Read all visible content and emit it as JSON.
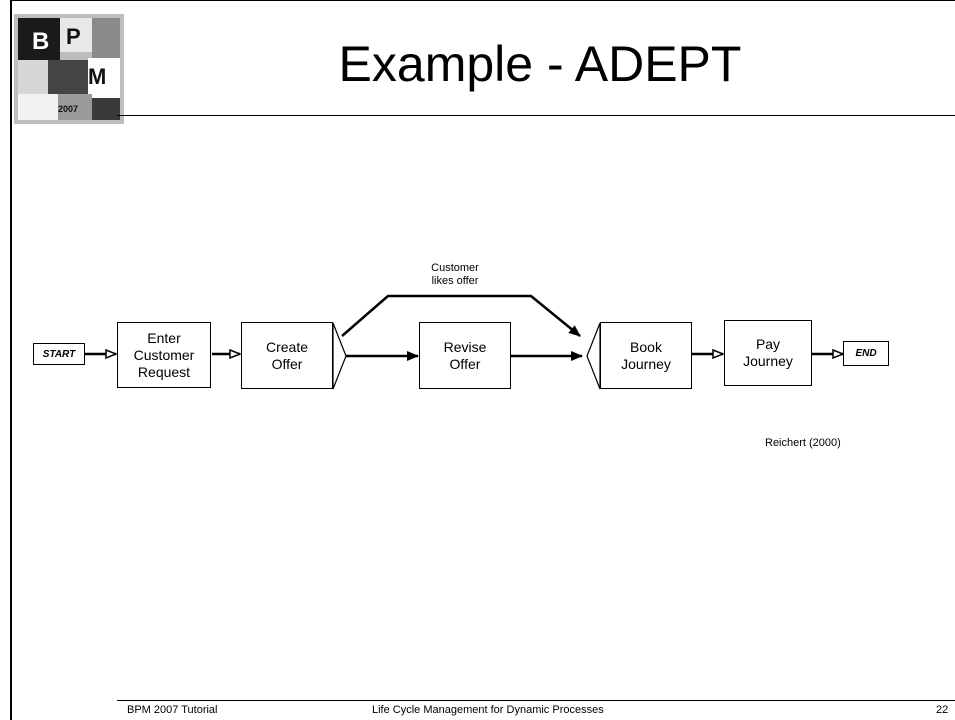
{
  "slide": {
    "title": "Example - ADEPT",
    "reference": "Reichert  (2000)"
  },
  "logo": {
    "letter_b": "B",
    "letter_p": "P",
    "letter_m": "M",
    "year": "2007"
  },
  "diagram": {
    "start_label": "START",
    "end_label": "END",
    "nodes": {
      "enter_request": "Enter\nCustomer\nRequest",
      "create_offer": "Create\nOffer",
      "revise_offer": "Revise\nOffer",
      "book_journey": "Book\nJourney",
      "pay_journey": "Pay\nJourney"
    },
    "branch_label": "Customer\nlikes offer"
  },
  "footer": {
    "left": "BPM 2007 Tutorial",
    "center": "Life Cycle Management for Dynamic Processes",
    "page": "22"
  }
}
